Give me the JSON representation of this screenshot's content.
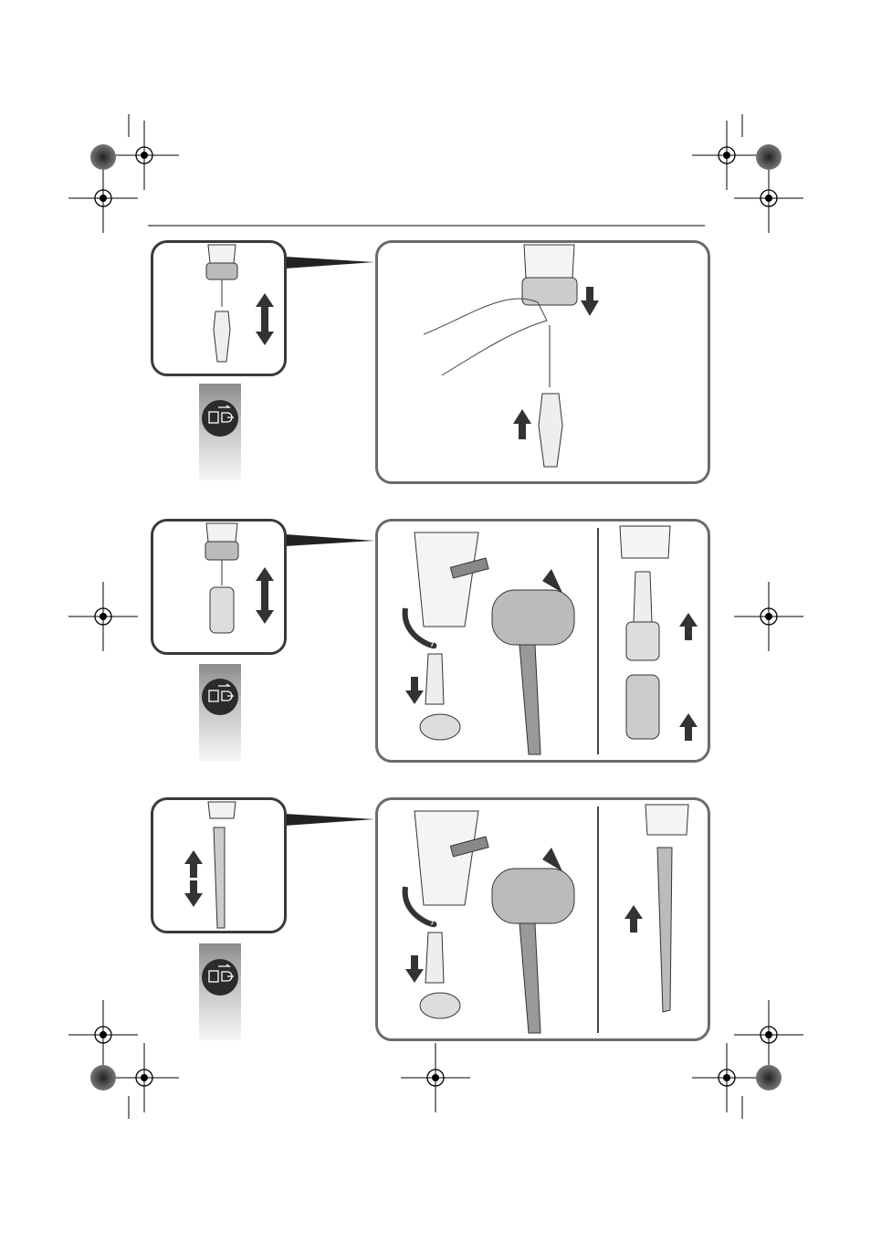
{
  "document": {
    "figures": [
      {
        "id": "chuck-removal",
        "icon": "unplug-icon"
      },
      {
        "id": "keyed-chuck-removal",
        "icon": "unplug-icon"
      },
      {
        "id": "taper-bit-removal",
        "icon": "unplug-icon"
      }
    ]
  },
  "colors": {
    "line": "#3a3a3a",
    "panel_border": "#6b6b6b",
    "icon_bg": "#2b2b2b",
    "gradient_top": "#8c8c8c",
    "gradient_bottom": "#f6f6f6"
  }
}
